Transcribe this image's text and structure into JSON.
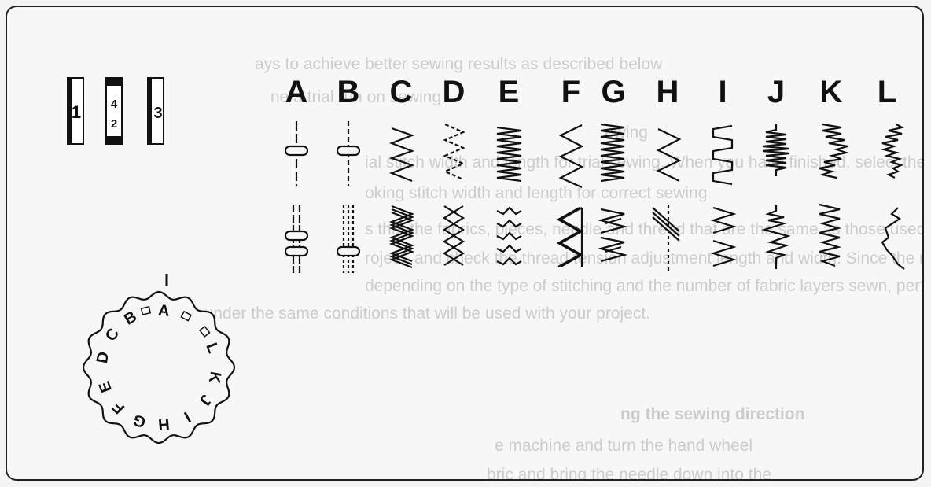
{
  "stitch_letters": [
    "A",
    "B",
    "C",
    "D",
    "E",
    "F",
    "G",
    "H",
    "I",
    "J",
    "K",
    "L"
  ],
  "slots": [
    {
      "label": "1"
    },
    {
      "label": "4",
      "label2": "2"
    },
    {
      "label": "3"
    }
  ],
  "dial": {
    "letters": [
      "A",
      "B",
      "C",
      "D",
      "E",
      "F",
      "G",
      "H",
      "I",
      "J",
      "K",
      "L"
    ]
  },
  "background_text": [
    "ays to achieve better sewing results as described below",
    "ne a trial run on sewing",
    "ewing",
    "ial stitch width and length for trial sewing. When you have finished, select the",
    "oking stitch width and length for correct sewing",
    "s that the fabrics, pieces, needle and thread that are the same as those used",
    "roject, and check the thread tension adjustment length and width. Since the result",
    "depending on the type of stitching and the number of fabric layers sewn, perform",
    "ewing under the same conditions that will be used with your project.",
    "ng the sewing direction",
    "e machine and turn the hand wheel",
    "bric and bring the needle down into the"
  ]
}
